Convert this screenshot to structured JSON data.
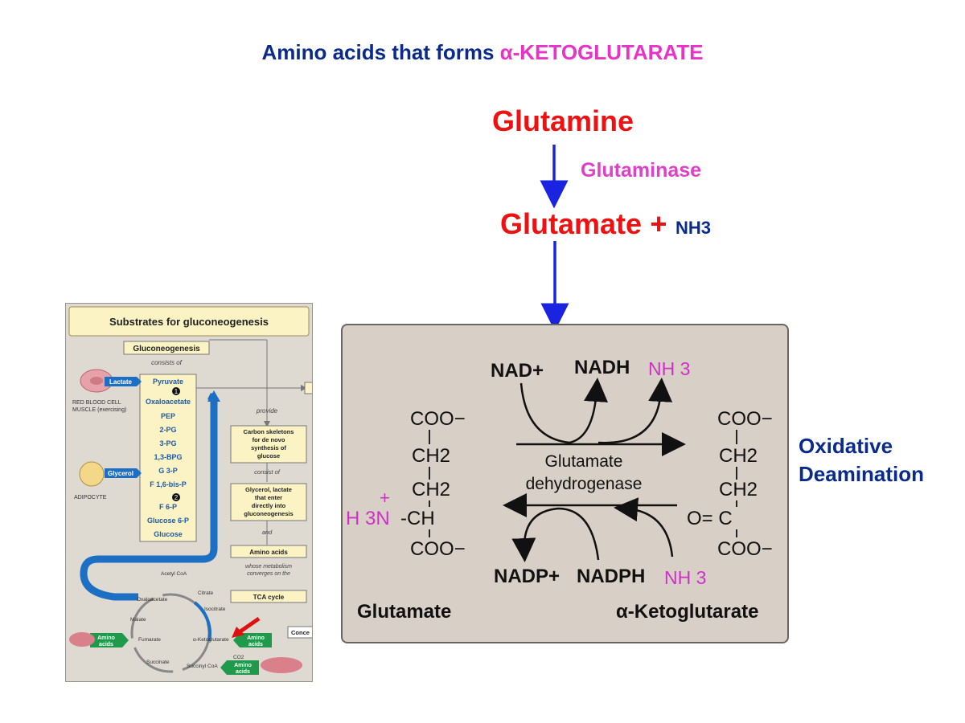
{
  "title": {
    "prefix": "Amino acids that forms ",
    "highlight": "α-KETOGLUTARATE"
  },
  "pathway": {
    "glutamine": "Glutamine",
    "enzyme": "Glutaminase",
    "glutamate": "Glutamate",
    "plus": "+",
    "ammonia": "NH3",
    "process_line1": "Oxidative",
    "process_line2": "Deamination"
  },
  "reaction_panel": {
    "nad": "NAD+",
    "nadh": "NADH",
    "nh3_top": "NH 3",
    "nadp": "NADP+",
    "nadph": "NADPH",
    "nh3_bottom": "NH 3",
    "enzyme_line1": "Glutamate",
    "enzyme_line2": "dehydrogenase",
    "left_label": "Glutamate",
    "right_label": "α-Ketoglutarate",
    "left_struct": {
      "coo_top": "COO−",
      "ch2_a": "CH2",
      "ch2_b": "CH2",
      "amine": "H 3N",
      "ch": "-CH",
      "coo_bottom": "COO−"
    },
    "right_struct": {
      "coo_top": "COO−",
      "ch2_a": "CH2",
      "ch2_b": "CH2",
      "carbonyl": "O= C",
      "coo_bottom": "COO−"
    }
  },
  "gluconeogenesis_figure": {
    "header": "Substrates for gluconeogenesis",
    "box_title": "Gluconeogenesis",
    "consists_of": "consists of",
    "lactate": "Lactate",
    "rbc_label": "RED BLOOD CELL\nMUSCLE (exercising)",
    "glycerol": "Glycerol",
    "adipocyte": "ADIPOCYTE",
    "steps": [
      "Pyruvate",
      "Oxaloacetate",
      "PEP",
      "2-PG",
      "3-PG",
      "1,3-BPG",
      "G 3-P",
      "F 1,6-bis-P",
      "F 6-P",
      "Glucose 6-P",
      "Glucose"
    ],
    "marker1": "1",
    "marker2": "2",
    "provide": "provide",
    "carbon_box": "Carbon skeletons\nfor de novo\nsynthesis of\nglucose",
    "consist_of": "consist of",
    "glycerol_box": "Glycerol, lactate\nthat enter\ndirectly into\ngluconeogenesis",
    "and": "and",
    "amino_box": "Amino acids",
    "whose": "whose metabolism\nconverges on the",
    "tca_box": "TCA cycle",
    "tca": {
      "acetyl_coa": "Acetyl CoA",
      "citrate": "Citrate",
      "isocitrate": "Isocitrate",
      "oxaloacetate": "Oxaloacetate",
      "malate": "Malate",
      "fumarate": "Fumarate",
      "succinate": "Succinate",
      "succinyl_coa": "Succinyl CoA",
      "ketoglutarate": "α-Ketoglutarate",
      "co2": "CO2"
    },
    "amino_tag": "Amino\nacids",
    "concept": "Conce"
  }
}
